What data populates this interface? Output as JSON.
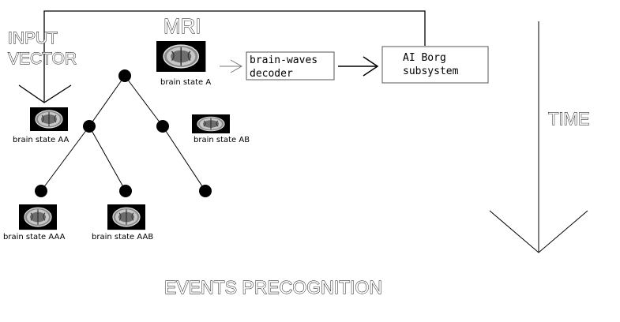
{
  "diagram": {
    "input_vector_label_line1": "INPUT",
    "input_vector_label_line2": "VECTOR",
    "mri_label": "MRI",
    "time_label": "TIME",
    "footer_title": "EVENTS PRECOGNITION",
    "decoder_box": {
      "line1": "brain-waves",
      "line2": "decoder"
    },
    "borg_box": {
      "line1": "AI Borg",
      "line2": "subsystem"
    },
    "states": {
      "a": "brain state A",
      "aa": "brain state AA",
      "ab": "brain state AB",
      "aaa": "brain state AAA",
      "aab": "brain state AAB"
    },
    "colors": {
      "ink": "#000000",
      "background": "#ffffff",
      "box_border": "#555555"
    }
  }
}
